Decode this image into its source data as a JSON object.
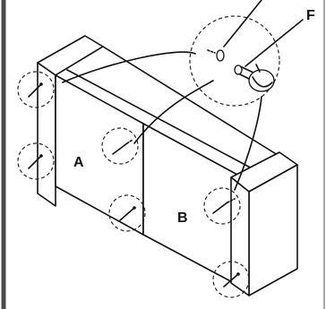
{
  "labels": {
    "part_a": "A",
    "part_b": "B",
    "part_f": "F"
  },
  "icons": {
    "dowel": "dowel-icon",
    "cam_lock": "cam-lock-icon",
    "detail_magnifier": "magnifier-circle-icon"
  },
  "colors": {
    "line": "#111111",
    "background": "#ffffff",
    "frame": "#4a4a4a"
  }
}
